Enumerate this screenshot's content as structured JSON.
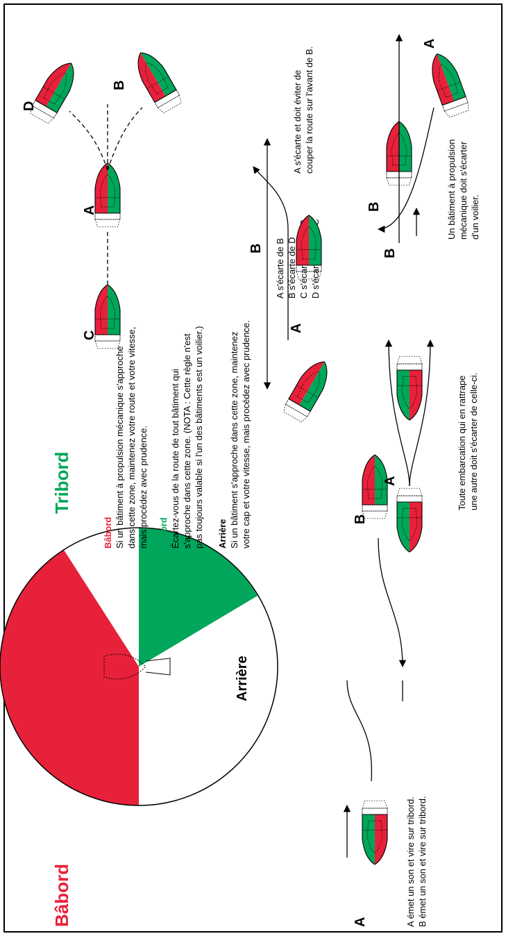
{
  "colors": {
    "port": "#e8213a",
    "starboard": "#00a65a",
    "ink": "#000000",
    "background": "#ffffff"
  },
  "sectors": {
    "port_label": "Bâbord",
    "starboard_label": "Tribord",
    "stern_label": "Arrière"
  },
  "rules": {
    "port": {
      "heading": "Bâbord",
      "lines": [
        "Si un bâtiment à propulsion mécanique s'approche",
        "dans cette zone, maintenez votre route et votre vitesse,",
        "mais procédez avec prudence."
      ]
    },
    "starboard": {
      "heading": "Tribord",
      "lines": [
        "Écartez-vous de la route de tout bâtiment qui",
        "s'approche dans cette zone. (NOTA : Cette règle n'est",
        "pas toujours valable si l'un des bâtiments est un voilier.)"
      ]
    },
    "stern": {
      "heading": "Arrière",
      "lines": [
        "Si un bâtiment s'approche dans cette zone, maintenez",
        "votre cap et votre vitesse, mais procédez avec prudence."
      ]
    }
  },
  "scenarios": {
    "head_on": {
      "boat_a": "A",
      "boat_b": "B",
      "caption": [
        "A émet un son et vire sur tribord.",
        "B émet un son et vire sur tribord."
      ]
    },
    "overtaking": {
      "boat_a": "A",
      "boat_b": "B",
      "caption": [
        "Toute embarcation qui en rattrape",
        "une autre doit s'écarter de celle-ci."
      ]
    },
    "priority": {
      "boat_a": "A",
      "boat_b": "B",
      "boat_c": "C",
      "boat_d": "D",
      "caption": [
        "A s'écarte de B",
        "B s'écarte de D",
        "C s'écarte de A et B",
        "D s'écarte de A et C"
      ]
    },
    "crossing": {
      "boat_a": "A",
      "boat_b": "B",
      "caption": [
        "A s'écarte et doit éviter de",
        "couper la route sur l'avant de B."
      ]
    },
    "sailboat": {
      "boat_a": "A",
      "boat_b": "B",
      "caption": [
        "Un bâtiment à propulsion",
        "mécanique doit s'écarter",
        "d'un voilier."
      ]
    }
  }
}
